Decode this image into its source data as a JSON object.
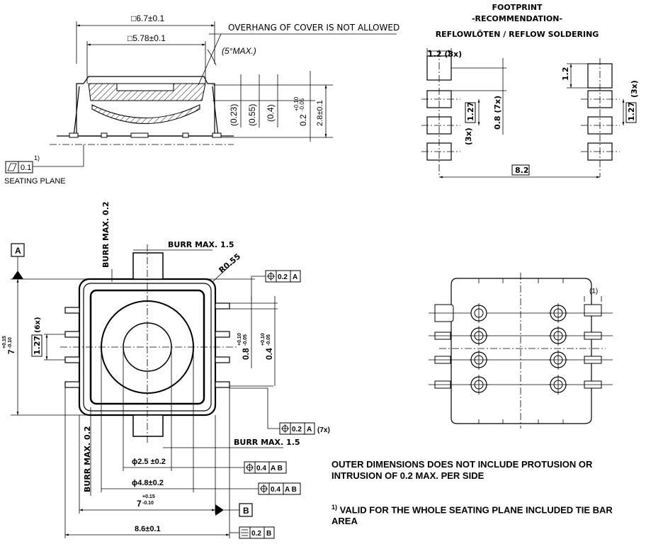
{
  "side_view": {
    "dim_outer": "□6.7±0.1",
    "dim_inner": "□5.78±0.1",
    "overhang_note": "OVERHANG OF COVER IS NOT ALLOWED",
    "angle_note": "(5°MAX.)",
    "dim_023": "(0.23)",
    "dim_055": "(0.55)",
    "dim_04": "(0.4)",
    "dim_02": "0.2",
    "dim_02_tol_upper": "+0.10",
    "dim_02_tol_lower": "-0.05",
    "dim_28": "2.8±0.1",
    "flatness_value": "0.1",
    "flatness_note": "1)",
    "seating_plane": "SEATING PLANE"
  },
  "footprint": {
    "title": "FOOTPRINT",
    "subtitle": "-RECOMMENDATION-",
    "process": "REFLOWLÖTEN / REFLOW SOLDERING",
    "pad_width": "1.2 (8x)",
    "pad_height": "1.2",
    "pitch": "1.27",
    "pitch_count_left": "(3x)",
    "pitch_count_right": "(3x)",
    "pad_gap": "0.8 (7x)",
    "span": "8.2"
  },
  "top_view": {
    "datum_a": "A",
    "datum_b": "B",
    "burr_top_v": "BURR MAX. 0.2",
    "burr_top_h": "BURR MAX. 1.5",
    "burr_bot_v": "BURR MAX. 0.2",
    "burr_bot_h": "BURR MAX. 1.5",
    "radius": "R0.55",
    "pos_tol_top": "0.2",
    "pos_tol_top_ref": "A",
    "pos_tol_bot": "0.2",
    "pos_tol_bot_ref": "A",
    "pos_tol_bot_count": "(7x)",
    "height_dim": "7",
    "height_tol_upper": "+0.15",
    "height_tol_lower": "-0.10",
    "pitch": "1.27",
    "pitch_count": "(6x)",
    "lead_w1": "0.8",
    "lead_w1_tol_upper": "+0.10",
    "lead_w1_tol_lower": "-0.05",
    "lead_w2": "0.4",
    "lead_w2_tol_upper": "+0.10",
    "lead_w2_tol_lower": "-0.05",
    "dia_small": "ϕ2.5 ±0.2",
    "dia_large": "ϕ4.8±0.2",
    "pos_tol_dia_small": "0.4",
    "pos_tol_dia_small_ref": "A B",
    "pos_tol_dia_large": "0.4",
    "pos_tol_dia_large_ref": "A B",
    "width_dim": "7",
    "width_tol_upper": "+0.15",
    "width_tol_lower": "-0.10",
    "overall_width": "8.6±0.1",
    "sym_tol": "0.2",
    "sym_tol_ref": "B"
  },
  "bottom_view": {
    "note_ref": "(1)"
  },
  "notes": {
    "note1": "OUTER DIMENSIONS DOES NOT INCLUDE PROTUSION OR INTRUSION OF 0.2 MAX. PER SIDE",
    "note2_mark": "1)",
    "note2": " VALID FOR THE WHOLE SEATING PLANE INCLUDED TIE BAR AREA"
  }
}
